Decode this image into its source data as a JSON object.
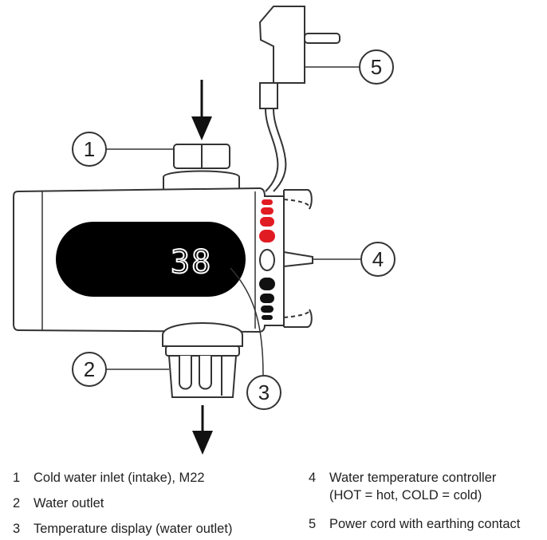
{
  "display": {
    "reading": "38"
  },
  "callouts": [
    "1",
    "2",
    "3",
    "4",
    "5"
  ],
  "legend": [
    {
      "num": "1",
      "lines": [
        "Cold water inlet (intake), M22"
      ]
    },
    {
      "num": "2",
      "lines": [
        "Water outlet"
      ]
    },
    {
      "num": "3",
      "lines": [
        "Temperature display (water outlet)"
      ]
    },
    {
      "num": "4",
      "lines": [
        "Water temperature controller",
        "(HOT = hot, COLD = cold)"
      ]
    },
    {
      "num": "5",
      "lines": [
        "Power cord with earthing contact"
      ]
    }
  ],
  "colors": {
    "hot": "#e11b22",
    "cold": "#111111",
    "display": "#000000",
    "outline": "#333333"
  }
}
